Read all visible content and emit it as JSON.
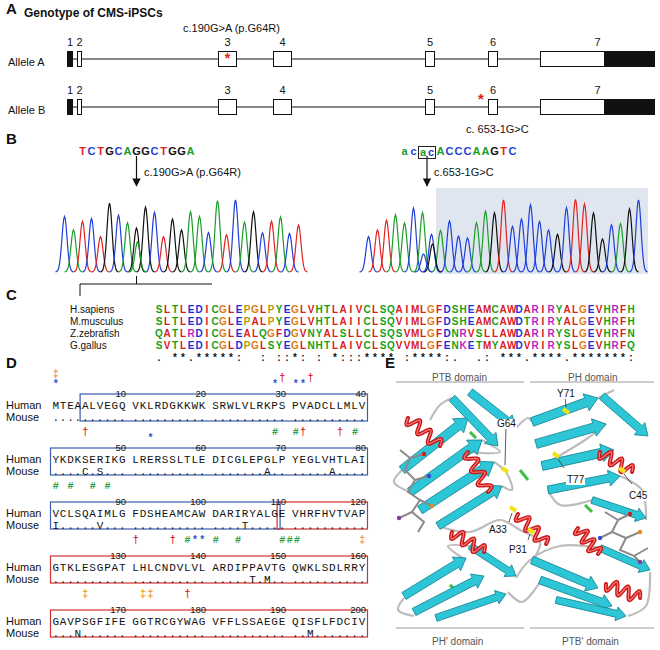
{
  "diagram": {
    "nodes": [
      {
        "text": [
          "1"
        ]
      },
      {
        "text": [
          "2"
        ]
      },
      {
        "text": [
          "3",
          "*"
        ]
      },
      {
        "text": [
          "4"
        ]
      },
      {
        "text": [
          "5"
        ]
      },
      {
        "text": [
          "6"
        ]
      },
      {
        "text": [
          "7"
        ]
      },
      {
        "text": [
          "1"
        ]
      },
      {
        "text": [
          "2"
        ]
      },
      {
        "text": [
          "3"
        ]
      },
      {
        "text": [
          "4"
        ]
      },
      {
        "text": [
          "5"
        ]
      },
      {
        "text": [
          "6"
        ]
      },
      {
        "text": [
          "7"
        ]
      }
    ],
    "edges": [
      {
        "from": 0,
        "to": 1,
        "arrow": "none"
      },
      {
        "from": 1,
        "to": 2,
        "arrow": "none"
      },
      {
        "from": 2,
        "to": 3,
        "arrow": "none"
      },
      {
        "from": 3,
        "to": 4,
        "arrow": "none"
      },
      {
        "from": 4,
        "to": 5,
        "arrow": "none"
      },
      {
        "from": 5,
        "to": 6,
        "arrow": "none"
      },
      {
        "from": 7,
        "to": 8,
        "arrow": "none"
      },
      {
        "from": 8,
        "to": 9,
        "arrow": "none"
      },
      {
        "from": 9,
        "to": 10,
        "arrow": "none"
      },
      {
        "from": 10,
        "to": 11,
        "arrow": "none"
      },
      {
        "from": 11,
        "to": 12,
        "arrow": "none"
      },
      {
        "from": 12,
        "to": 13,
        "arrow": "none"
      }
    ],
    "labels": [
      "A",
      "Genotype of CMS-iPSCs",
      "c.190G>A (p.G64R)",
      "Allele A",
      "Allele B",
      "*",
      "c. 653-1G>C",
      "B",
      "TCTGCAGGCTGGA",
      "c.190G>A (p.G64R)",
      "acacACCCAAGTC",
      "c.653-1G>C",
      "C",
      "H.sapiens",
      "M.musculus",
      "Z.zebrafish",
      "G.gallus",
      "SLTLEDICGLEPGLPYEGLVHTLAIVCLSQAIMLGFDSHEAMCAWDARIRYALGEVHRFH",
      "SLTLEDICGLEPALPYEGLVHTLAIICLSQVIMLGFDSHEAMCAWDTRIRYALGEVHRFH",
      "QATLRDICGLEALQGFDGVNYALSLLCLSQSVMLGFDNRVSLLAWDARIRYSLGEVHRFN",
      "SVTLEDICGLDPGLSYEGLNHTLAIVCLSQVVMLGFENKETMYAWDVRIRYSLGEVHRFQ",
      ". **.*****:  : ::*: : *:::**** :****:.  .: ***.****.*******:",
      "D",
      "10",
      "20",
      "30",
      "40",
      "Human",
      "MTEAALVEGQ VKLRDGKKWK SRWLVLRKPS PVADCLLMLV",
      "Mouse",
      ".......... .......... .......... ..........",
      "‡",
      "*",
      "*",
      "†",
      "**",
      "†",
      "50",
      "60",
      "70",
      "80",
      "Human",
      "YKDKSERIKG LRERSSLTLE DICGLEPGLP YEGLVHTLAI",
      "Mouse",
      "....C.S... .......... .......A.. .....A....",
      "†",
      "*",
      "#",
      "#",
      "†",
      "†",
      "#",
      "90",
      "100",
      "110",
      "120",
      "Human",
      "VCLSQAIMLG FDSHEAMCAW DARIRYALGE VHRFHVTVAP",
      "Mouse",
      "I.....V... .......... ....T..... ..........",
      "#",
      "#",
      "#",
      "#",
      "130",
      "140",
      "150",
      "160",
      "Human",
      "GTKLESGPAT LHLCNDVLVL ARDIPPAVTG QWKLSDLRRY",
      "Mouse",
      ".......... .......... .....T.M.. ..........",
      "†",
      "†",
      "#",
      "**",
      "#",
      "#",
      "###",
      "‡",
      "170",
      "180",
      "190",
      "200",
      "Human",
      "GAVPSGFIFE GGTRCGYWAG VFFLSSAEGE QISFLFDCIV",
      "Mouse",
      "...N...... .......... .......... ..M.......",
      "‡",
      "‡‡",
      "†",
      "E",
      "PTB domain",
      "PH domain",
      "PH' domain",
      "PTB' domain",
      "G64",
      "Y71",
      "T77",
      "C45",
      "A33",
      "P31"
    ]
  }
}
